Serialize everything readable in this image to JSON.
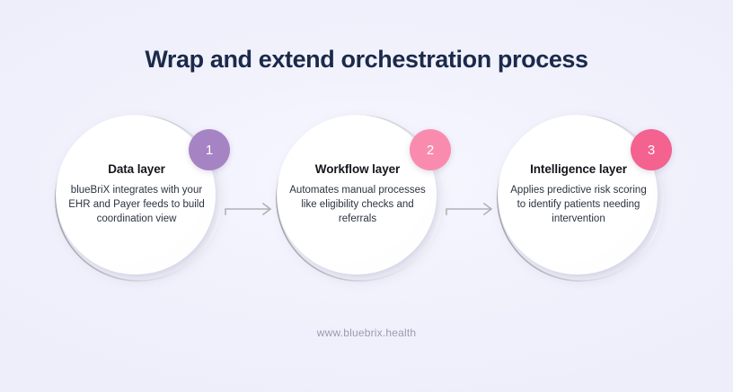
{
  "title": "Wrap and extend orchestration process",
  "footer": "www.bluebrix.health",
  "colors": {
    "background": "#f1f1fd",
    "title": "#1b2a4a",
    "heading": "#14161c",
    "body": "#2b3440",
    "ring": "#b4b4b9",
    "arrow": "#b0b0b5",
    "footer": "#9b9bac",
    "badge1": "#a684c4",
    "badge2": "#f98cae",
    "badge3": "#f4628f"
  },
  "steps": [
    {
      "number": "1",
      "heading": "Data layer",
      "body": "blueBriX integrates with your EHR and Payer feeds to build coordination view",
      "badge_color": "#a684c4"
    },
    {
      "number": "2",
      "heading": "Workflow layer",
      "body": "Automates manual processes like eligibility checks and referrals",
      "badge_color": "#f98cae"
    },
    {
      "number": "3",
      "heading": "Intelligence layer",
      "body": "Applies predictive risk scoring to identify patients needing intervention",
      "badge_color": "#f4628f"
    }
  ],
  "connectors": [
    {
      "name": "arrow-step1-to-step2"
    },
    {
      "name": "arrow-step2-to-step3"
    }
  ]
}
